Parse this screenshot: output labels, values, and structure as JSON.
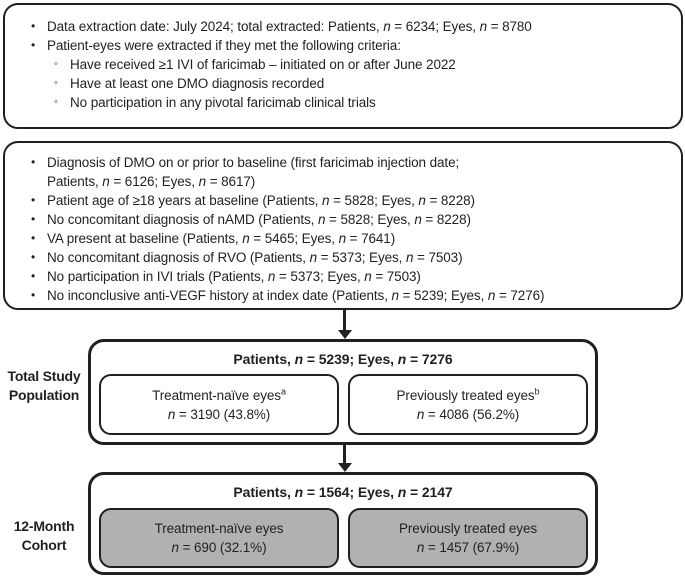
{
  "colors": {
    "border": "#231f20",
    "text": "#231f20",
    "gray_fill": "#b1b1b4",
    "white_fill": "#ffffff"
  },
  "bullets": {
    "level1": "•",
    "level2": "◦"
  },
  "extraction_box": {
    "items": [
      {
        "level": 1,
        "html": "Data extraction date: July 2024; total extracted: Patients, <i>n</i> = 6234; Eyes, <i>n</i> = 8780"
      },
      {
        "level": 1,
        "html": "Patient-eyes were extracted if they met the following criteria:"
      },
      {
        "level": 2,
        "html": "Have received ≥1 IVI of faricimab – initiated on or after June 2022"
      },
      {
        "level": 2,
        "html": "Have at least one DMO diagnosis recorded"
      },
      {
        "level": 2,
        "html": "No participation in any pivotal faricimab clinical trials"
      }
    ]
  },
  "eligibility_box": {
    "items": [
      {
        "level": 1,
        "html": "Diagnosis of DMO on or prior to baseline (first faricimab injection date;"
      },
      {
        "level": 0,
        "html": "Patients, <i>n</i> = 6126; Eyes, <i>n</i> = 8617)"
      },
      {
        "level": 1,
        "html": "Patient age of ≥18 years at baseline (Patients, <i>n</i> = 5828; Eyes, <i>n</i> = 8228)"
      },
      {
        "level": 1,
        "html": "No concomitant diagnosis of nAMD (Patients, <i>n</i> = 5828; Eyes, <i>n</i> = 8228)"
      },
      {
        "level": 1,
        "html": "VA present at baseline (Patients, <i>n</i> = 5465; Eyes, <i>n</i> = 7641)"
      },
      {
        "level": 1,
        "html": "No concomitant diagnosis of RVO (Patients, <i>n</i> = 5373; Eyes, <i>n</i> = 7503)"
      },
      {
        "level": 1,
        "html": "No participation in IVI trials (Patients, <i>n</i> = 5373; Eyes, <i>n</i> = 7503)"
      },
      {
        "level": 1,
        "html": "No inconclusive anti-VEGF history at index date (Patients, <i>n</i> = 5239; Eyes, <i>n</i> = 7276)"
      }
    ]
  },
  "total_study": {
    "label_line1": "Total Study",
    "label_line2": "Population",
    "header_html": "Patients, <i>n</i> = 5239; Eyes, <i>n</i> = 7276",
    "left_box": {
      "line1_html": "Treatment-naïve eyes<sup>a</sup>",
      "line2_html": "<i>n</i> = 3190 (43.8%)"
    },
    "right_box": {
      "line1_html": "Previously treated eyes<sup>b</sup>",
      "line2_html": "<i>n</i> = 4086 (56.2%)"
    }
  },
  "cohort_12m": {
    "label_line1": "12-Month",
    "label_line2": "Cohort",
    "header_html": "Patients, <i>n</i> = 1564; Eyes, <i>n</i> = 2147",
    "left_box": {
      "line1_html": "Treatment-naïve eyes",
      "line2_html": "<i>n</i> = 690 (32.1%)"
    },
    "right_box": {
      "line1_html": "Previously treated eyes",
      "line2_html": "<i>n</i> = 1457 (67.9%)"
    }
  }
}
